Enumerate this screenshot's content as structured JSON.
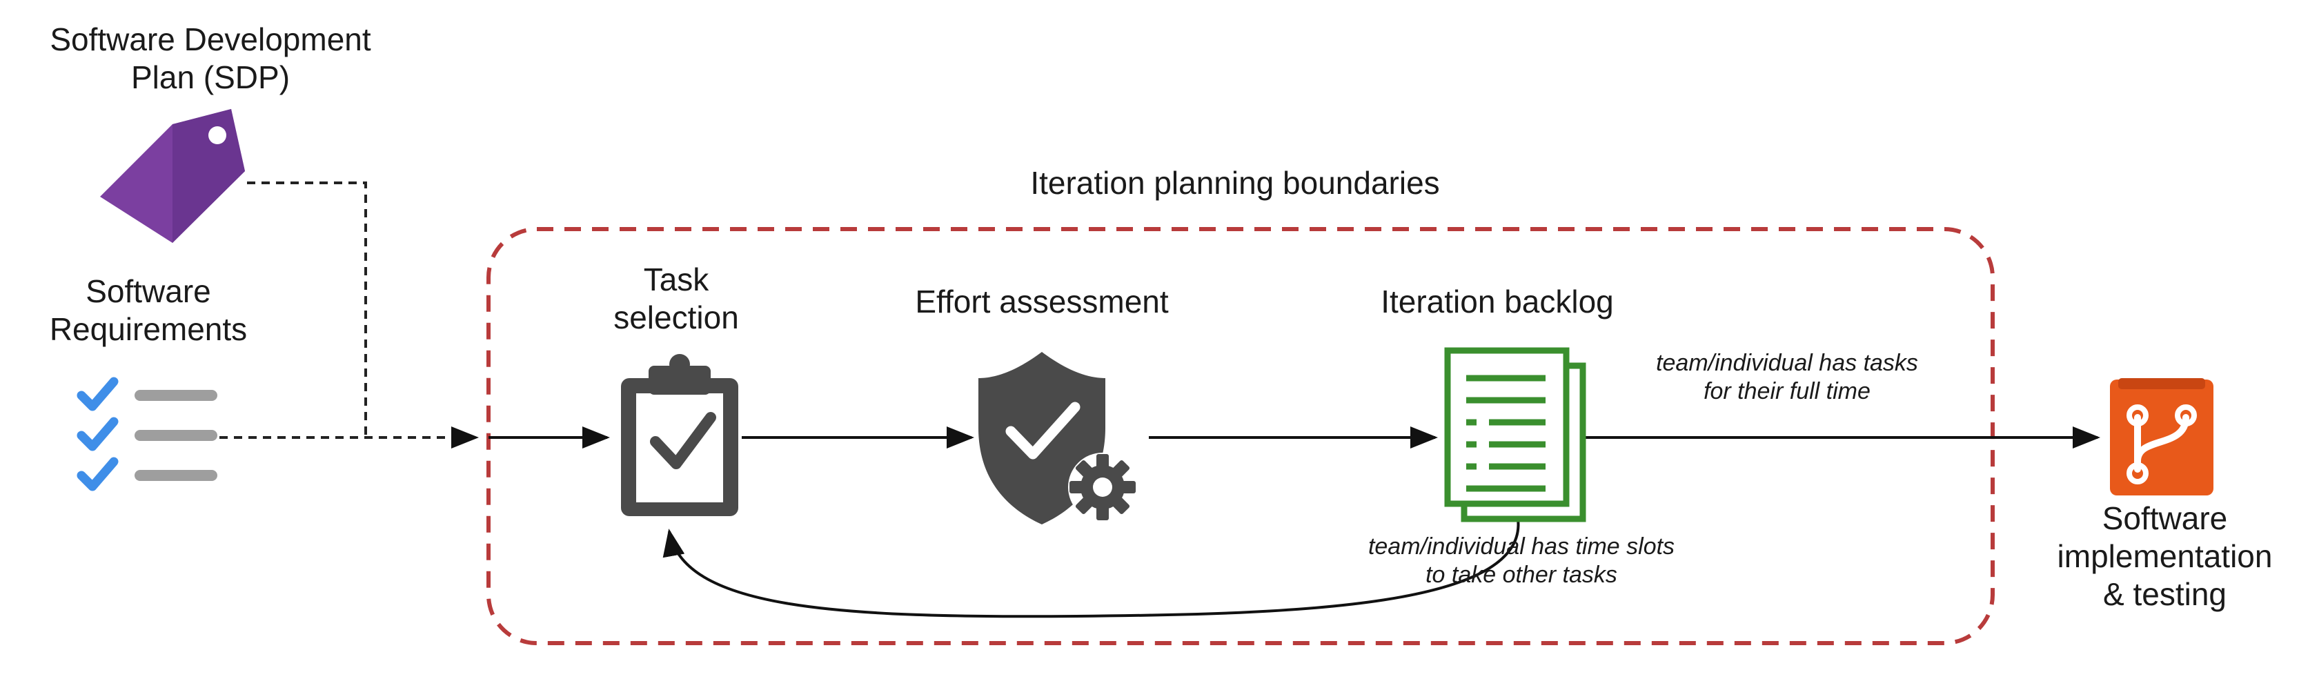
{
  "inputs": {
    "sdp": {
      "line1": "Software Development",
      "line2": "Plan (SDP)",
      "icon": "tag-icon"
    },
    "requirements": {
      "line1": "Software",
      "line2": "Requirements",
      "icon": "checklist-icon"
    }
  },
  "boundary": {
    "label": "Iteration planning boundaries"
  },
  "steps": {
    "task_selection": {
      "line1": "Task",
      "line2": "selection",
      "icon": "clipboard-check-icon"
    },
    "effort_assessment": {
      "label": "Effort assessment",
      "icon": "shield-gear-icon"
    },
    "iteration_backlog": {
      "label": "Iteration backlog",
      "icon": "document-list-icon"
    }
  },
  "annotations": {
    "full_time": {
      "line1": "team/individual has tasks",
      "line2": "for their full time"
    },
    "time_slots": {
      "line1": "team/individual has time slots",
      "line2": "to take other tasks"
    }
  },
  "output": {
    "line1": "Software",
    "line2": "implementation",
    "line3": "& testing",
    "icon": "git-branch-icon"
  },
  "colors": {
    "boundary": "#b83b3b",
    "tag": "#7b3fa0",
    "check": "#3f8ee8",
    "list_bar": "#9e9e9e",
    "dark_icon": "#4a4a4a",
    "backlog": "#3a8f2e",
    "output": "#e8591a"
  }
}
